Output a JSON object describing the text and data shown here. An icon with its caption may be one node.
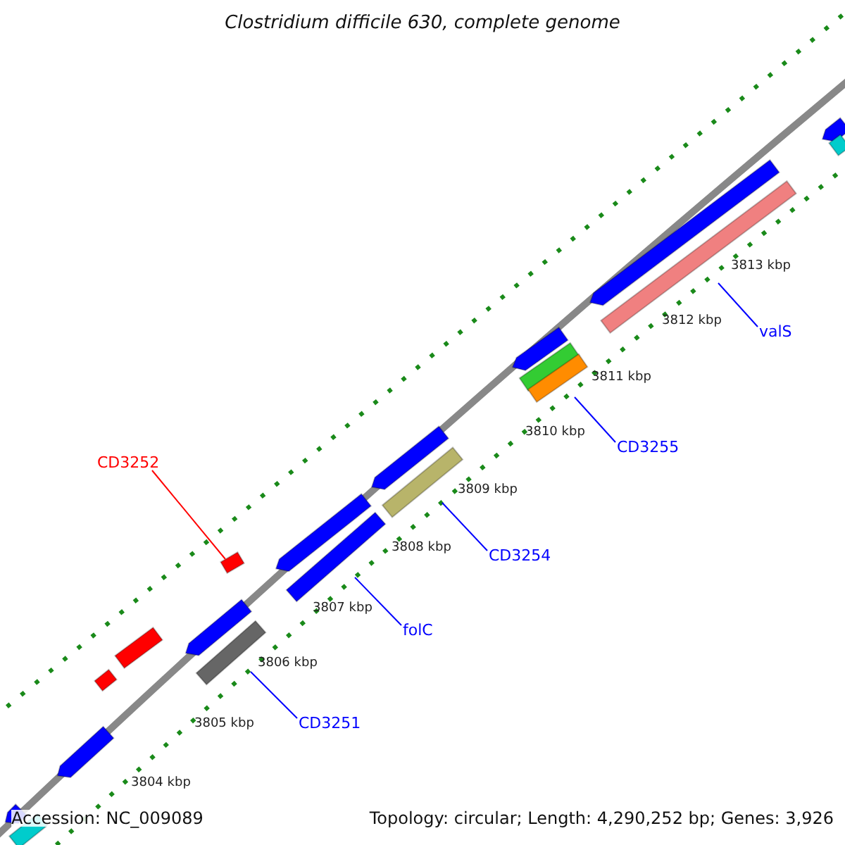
{
  "diagram": {
    "title": "Clostridium difficile 630, complete genome",
    "nodes": [
      {
        "text": [
          "valS"
        ]
      },
      {
        "text": [
          "CD3255"
        ]
      },
      {
        "text": [
          "CD3252"
        ]
      },
      {
        "text": [
          "CD3254"
        ]
      },
      {
        "text": [
          "folC"
        ]
      },
      {
        "text": [
          "CD3251"
        ]
      },
      {
        "text": [],
        "shape": "bar"
      },
      {
        "text": [],
        "shape": "bar"
      },
      {
        "text": [],
        "shape": "bar"
      },
      {
        "text": [],
        "shape": "bar"
      },
      {
        "text": [],
        "shape": "bar"
      },
      {
        "text": [],
        "shape": "bar"
      },
      {
        "text": [],
        "shape": "bar"
      },
      {
        "text": [],
        "shape": "bar"
      },
      {
        "text": [],
        "shape": "bar"
      },
      {
        "text": [],
        "shape": "bar"
      },
      {
        "text": [],
        "shape": "bar"
      },
      {
        "text": [],
        "shape": "bar"
      },
      {
        "text": [],
        "shape": "bar"
      },
      {
        "text": [],
        "shape": "bar"
      },
      {
        "text": [],
        "shape": "bar"
      },
      {
        "text": [],
        "shape": "bar"
      },
      {
        "text": [],
        "shape": "bar"
      },
      {
        "text": [],
        "shape": "bar"
      },
      {
        "text": [],
        "shape": "bar"
      }
    ],
    "edges": [
      {
        "from": 0,
        "to": 22,
        "arrow": "none"
      },
      {
        "from": 1,
        "to": 20,
        "arrow": "none"
      },
      {
        "from": 2,
        "to": 13,
        "arrow": "none",
        "color": "#ff0000"
      },
      {
        "from": 3,
        "to": 17,
        "arrow": "none"
      },
      {
        "from": 4,
        "to": 15,
        "arrow": "none"
      },
      {
        "from": 5,
        "to": 12,
        "arrow": "none"
      }
    ],
    "labels": [
      "3813 kbp",
      "3812 kbp",
      "3811 kbp",
      "3810 kbp",
      "3809 kbp",
      "3808 kbp",
      "3807 kbp",
      "3806 kbp",
      "3805 kbp",
      "3804 kbp",
      "Accession: NC_009089",
      "Topology: circular; Length: 4,290,252 bp; Genes: 3,926"
    ]
  }
}
